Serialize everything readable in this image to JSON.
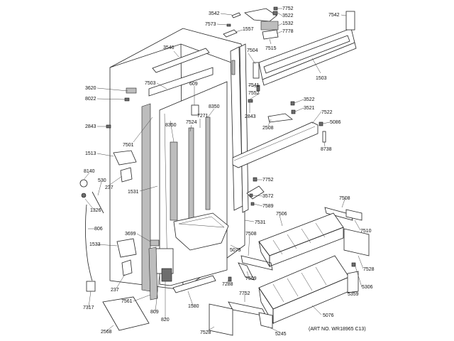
{
  "art_number": "(ART NO. WR18965 C13)",
  "callouts": [
    {
      "id": "c3542",
      "text": "3542"
    },
    {
      "id": "c7752a",
      "text": "7752"
    },
    {
      "id": "c3522a",
      "text": "3522"
    },
    {
      "id": "c7542",
      "text": "7542"
    },
    {
      "id": "c7573",
      "text": "7573"
    },
    {
      "id": "c1557",
      "text": "1557"
    },
    {
      "id": "c1532",
      "text": "1532"
    },
    {
      "id": "c7778",
      "text": "7778"
    },
    {
      "id": "c7515",
      "text": "7515"
    },
    {
      "id": "c3546",
      "text": "3546"
    },
    {
      "id": "c7504",
      "text": "7504"
    },
    {
      "id": "c1503",
      "text": "1503"
    },
    {
      "id": "c3620",
      "text": "3620"
    },
    {
      "id": "c7503",
      "text": "7503"
    },
    {
      "id": "c609",
      "text": "609"
    },
    {
      "id": "c7541",
      "text": "7541"
    },
    {
      "id": "c8022",
      "text": "8022"
    },
    {
      "id": "c7552",
      "text": "7552"
    },
    {
      "id": "c3522b",
      "text": "3522"
    },
    {
      "id": "c3521",
      "text": "3521"
    },
    {
      "id": "c7522",
      "text": "7522"
    },
    {
      "id": "c2843a",
      "text": "2843"
    },
    {
      "id": "c8350a",
      "text": "8350"
    },
    {
      "id": "c7271",
      "text": "7271"
    },
    {
      "id": "c2843b",
      "text": "2843"
    },
    {
      "id": "c8350b",
      "text": "8350"
    },
    {
      "id": "c7524",
      "text": "7524"
    },
    {
      "id": "c2508",
      "text": "2508"
    },
    {
      "id": "c5086",
      "text": "5086"
    },
    {
      "id": "c7501",
      "text": "7501"
    },
    {
      "id": "c8738",
      "text": "8738"
    },
    {
      "id": "c1513",
      "text": "1513"
    },
    {
      "id": "c8140",
      "text": "8140"
    },
    {
      "id": "c530",
      "text": "530"
    },
    {
      "id": "c237a",
      "text": "237"
    },
    {
      "id": "c1531",
      "text": "1531"
    },
    {
      "id": "c7752b",
      "text": "7752"
    },
    {
      "id": "c3572",
      "text": "3572"
    },
    {
      "id": "c7589",
      "text": "7589"
    },
    {
      "id": "c1326",
      "text": "1326"
    },
    {
      "id": "c7508a",
      "text": "7508"
    },
    {
      "id": "c7506",
      "text": "7506"
    },
    {
      "id": "c7531",
      "text": "7531"
    },
    {
      "id": "c7510",
      "text": "7510"
    },
    {
      "id": "c806",
      "text": "806"
    },
    {
      "id": "c3699",
      "text": "3699"
    },
    {
      "id": "c7508b",
      "text": "7508"
    },
    {
      "id": "c1533",
      "text": "1533"
    },
    {
      "id": "c5075",
      "text": "5075"
    },
    {
      "id": "c7528a",
      "text": "7528"
    },
    {
      "id": "c7509",
      "text": "7509"
    },
    {
      "id": "c5306",
      "text": "5306"
    },
    {
      "id": "c237b",
      "text": "237"
    },
    {
      "id": "c7288",
      "text": "7288"
    },
    {
      "id": "c5359",
      "text": "5359"
    },
    {
      "id": "c7752c",
      "text": "7752"
    },
    {
      "id": "c7561",
      "text": "7561"
    },
    {
      "id": "c1580",
      "text": "1580"
    },
    {
      "id": "c5076",
      "text": "5076"
    },
    {
      "id": "c7317",
      "text": "7317"
    },
    {
      "id": "c809",
      "text": "809"
    },
    {
      "id": "c820",
      "text": "820"
    },
    {
      "id": "c2568",
      "text": "2568"
    },
    {
      "id": "c7528b",
      "text": "7528"
    },
    {
      "id": "c5245",
      "text": "5245"
    }
  ]
}
